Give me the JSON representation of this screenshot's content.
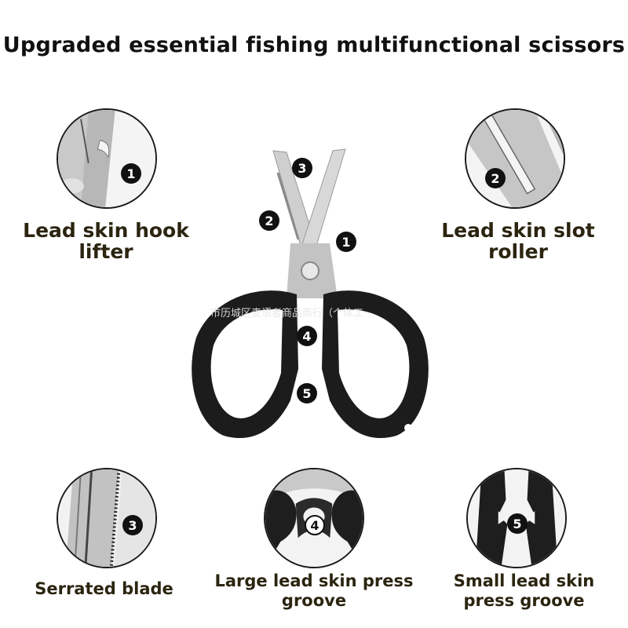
{
  "title": "Upgraded essential fishing multifunctional scissors",
  "callouts": [
    {
      "num": "1",
      "label_line1": "Lead skin hook",
      "label_line2": "lifter"
    },
    {
      "num": "2",
      "label_line1": "Lead skin slot",
      "label_line2": "roller"
    },
    {
      "num": "3",
      "label_line1": "Serrated blade",
      "label_line2": ""
    },
    {
      "num": "4",
      "label_line1": "Large lead skin press",
      "label_line2": "groove"
    },
    {
      "num": "5",
      "label_line1": "Small lead skin",
      "label_line2": "press groove"
    }
  ],
  "scissor_markers": [
    "3",
    "2",
    "1",
    "4",
    "5"
  ],
  "watermark": "市历城区麦语者商品商行（个体工",
  "colors": {
    "handle": "#1c1c1c",
    "blade": "#cfcfcf",
    "label": "#2b2410"
  }
}
